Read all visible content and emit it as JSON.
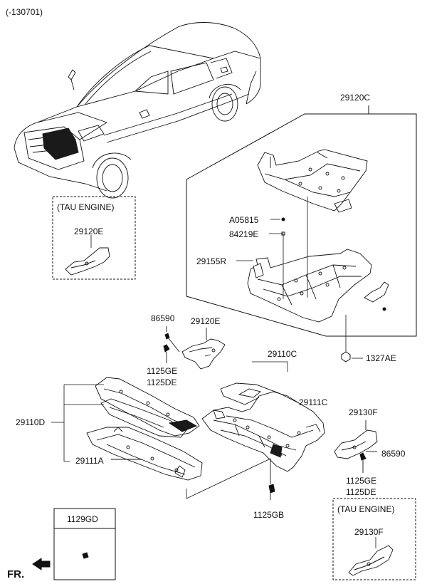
{
  "header": {
    "code": "(-130701)"
  },
  "callouts": {
    "c29120C": "29120C",
    "cA05815": "A05815",
    "c84219E": "84219E",
    "c29155R": "29155R",
    "c1327AE": "1327AE",
    "c86590_top": "86590",
    "c29120E_mid": "29120E",
    "c1125GE_top": "1125GE",
    "c1125DE_top": "1125DE",
    "c29110C": "29110C",
    "c29111C": "29111C",
    "c29110D": "29110D",
    "c29111A": "29111A",
    "c29130F_mid": "29130F",
    "c86590_right": "86590",
    "c1125GE_right": "1125GE",
    "c1125DE_right": "1125DE",
    "c1125GB": "1125GB"
  },
  "tau_box_top": {
    "title": "(TAU ENGINE)",
    "part": "29120E"
  },
  "tau_box_bottom": {
    "title": "(TAU ENGINE)",
    "part": "29130F"
  },
  "legend_box": {
    "part": "1129GD"
  },
  "direction": {
    "label": "FR."
  }
}
